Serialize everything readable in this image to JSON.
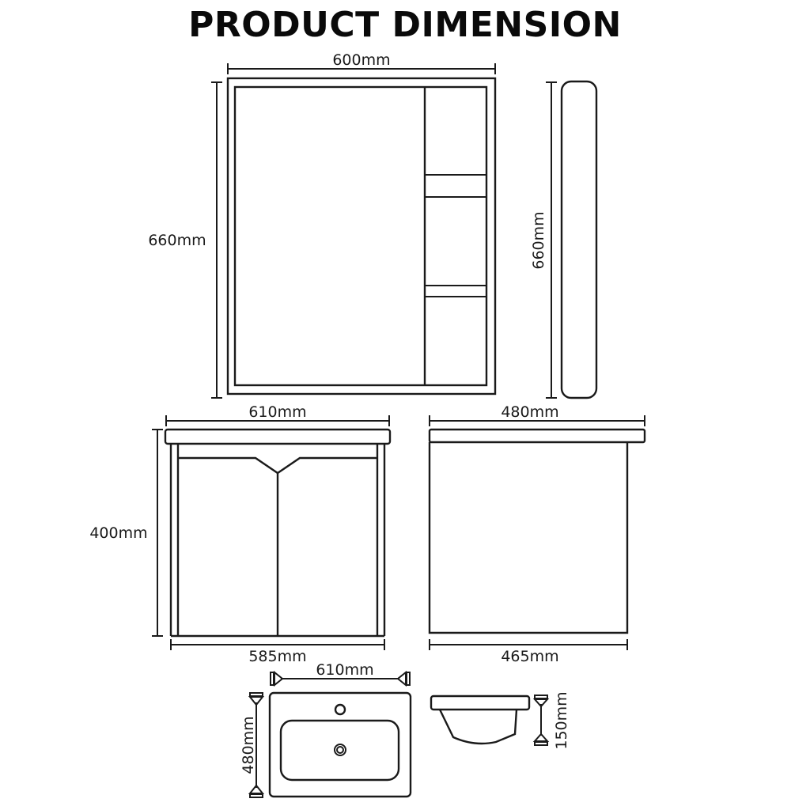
{
  "title": "PRODUCT DIMENSION",
  "colors": {
    "line": "#1a1a1a",
    "background": "#ffffff",
    "title": "#0a0a0a"
  },
  "mirror_cabinet": {
    "front": {
      "width_label": "600mm",
      "height_label": "660mm"
    },
    "side": {
      "height_label": "660mm"
    }
  },
  "vanity": {
    "front": {
      "top_width_label": "610mm",
      "bottom_width_label": "585mm",
      "height_label": "400mm"
    },
    "side": {
      "top_depth_label": "480mm",
      "bottom_depth_label": "465mm"
    }
  },
  "basin": {
    "top": {
      "width_label": "610mm",
      "depth_label": "480mm"
    },
    "side": {
      "height_label": "150mm"
    }
  }
}
